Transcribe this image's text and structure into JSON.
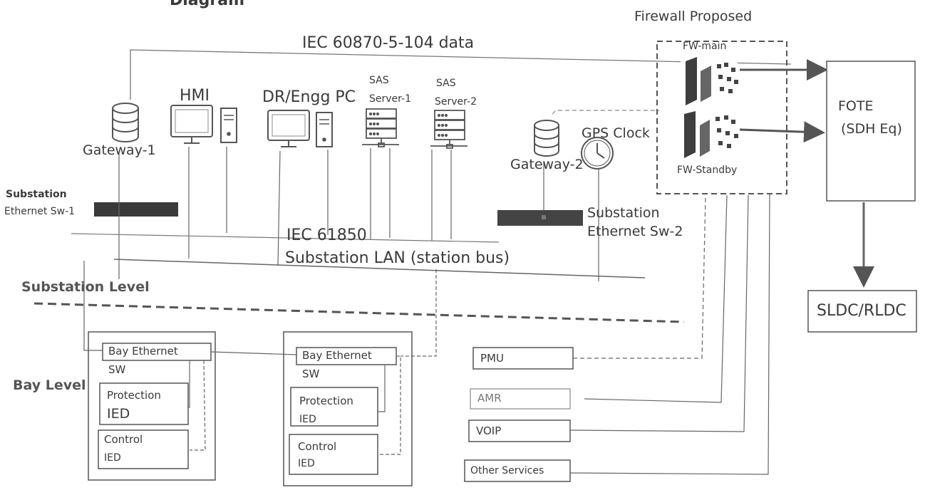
{
  "title_partial": "Diagram",
  "firewall_proposed": "Firewall Proposed",
  "iec104": "IEC 60870-5-104 data",
  "fw_main": "FW-main",
  "fw_standby": "FW-Standby",
  "fote_line1": "FOTE",
  "fote_line2": "(SDH Eq)",
  "sldc": "SLDC/RLDC",
  "hmi": "HMI",
  "dr_pc": "DR/Engg PC",
  "sas1_line1": "SAS",
  "sas1_line2": "Server-1",
  "sas2_line1": "SAS",
  "sas2_line2": "Server-2",
  "gateway1": "Gateway-1",
  "gateway2": "Gateway-2",
  "gps_clock": "GPS Clock",
  "sw1_line1": "Substation",
  "sw1_line2": "Ethernet Sw-1",
  "sw2_line1": "Substation",
  "sw2_line2": "Ethernet Sw-2",
  "iec61850": "IEC 61850",
  "lan": "Substation LAN (station bus)",
  "substation_level": "Substation Level",
  "bay_level": "Bay Level",
  "bay1": {
    "eth": "Bay Ethernet",
    "sw": "SW",
    "prot": "Protection",
    "prot_ied": "IED",
    "ctrl": "Control",
    "ctrl_ied": "IED"
  },
  "bay2": {
    "eth": "Bay Ethernet",
    "sw": "SW",
    "prot": "Protection",
    "prot_ied": "IED",
    "ctrl": "Control",
    "ctrl_ied": "IED"
  },
  "pmu": "PMU",
  "amr": "AMR",
  "voip": "VOIP",
  "other_services": "Other Services"
}
